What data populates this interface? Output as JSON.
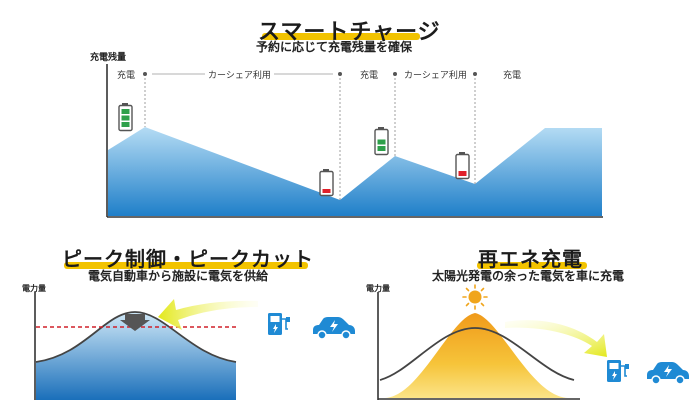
{
  "smart_charge": {
    "title": "スマートチャージ",
    "subtitle": "予約に応じて充電残量を確保",
    "y_label": "充電残量",
    "phases": [
      "充電",
      "カーシェア利用",
      "充電",
      "カーシェア利用",
      "充電"
    ]
  },
  "peak": {
    "title": "ピーク制御・ピークカット",
    "subtitle": "電気自動車から施設に電気を供給",
    "y_label": "電力量"
  },
  "renewable": {
    "title": "再エネ充電",
    "subtitle": "太陽光発電の余った電気を車に充電",
    "y_label": "電力量"
  },
  "icons": [
    "battery-full-icon",
    "battery-low-icon",
    "charger-icon",
    "electric-car-icon",
    "sun-icon",
    "arrow-icon"
  ],
  "colors": {
    "blue_top": "#a8d6f2",
    "blue_bottom": "#1f7fc9",
    "accent_yellow": "#f2c300",
    "arrow_yellow": "#e8ec1c",
    "solar_orange": "#f0a51c",
    "battery_green": "#2ea04a",
    "battery_red": "#e0202a",
    "peak_red": "#d0202a",
    "icon_blue": "#1f8ad4"
  }
}
